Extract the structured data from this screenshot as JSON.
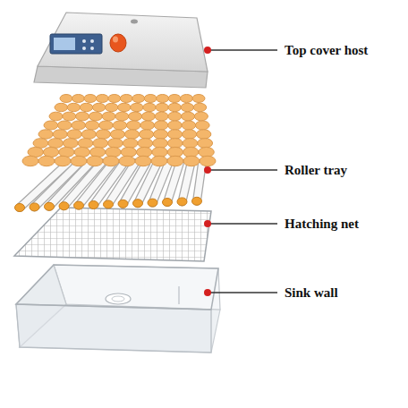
{
  "diagram": {
    "labels": [
      "Top cover host",
      "Roller tray",
      "Hatching net",
      "Sink wall"
    ]
  }
}
